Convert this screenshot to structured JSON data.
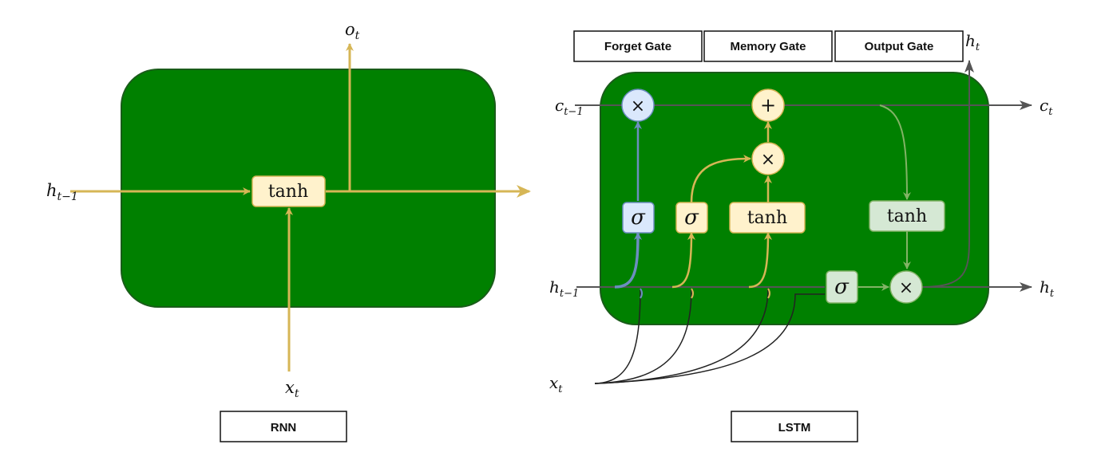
{
  "rnn": {
    "caption": "RNN",
    "cell_label": "tanh",
    "in_hidden": "h",
    "in_hidden_sub": "t−1",
    "in_x": "x",
    "in_x_sub": "t",
    "out_o": "o",
    "out_o_sub": "t"
  },
  "lstm": {
    "caption": "LSTM",
    "gate_labels": [
      "Forget Gate",
      "Memory Gate",
      "Output Gate"
    ],
    "c_prev": "c",
    "c_prev_sub": "t−1",
    "c_out": "c",
    "c_out_sub": "t",
    "h_prev": "h",
    "h_prev_sub": "t−1",
    "h_out": "h",
    "h_out_sub": "t",
    "h_top": "h",
    "h_top_sub": "t",
    "x_in": "x",
    "x_in_sub": "t",
    "sigma_forget": "σ",
    "sigma_input": "σ",
    "sigma_output": "σ",
    "tanh_candidate": "tanh",
    "tanh_cell": "tanh",
    "op_forget_mult": "×",
    "op_add": "+",
    "op_input_mult": "×",
    "op_output_mult": "×"
  },
  "colors": {
    "cell_fill": "#008000",
    "cell_stroke": "#1a5c1a",
    "arrow_gold": "#d6b656",
    "arrow_dark": "#555555",
    "arrow_blue": "#6c8ebf",
    "arrow_green": "#82b366",
    "node_gold_fill": "#fff2cc",
    "node_blue_fill": "#dae8fc",
    "node_green_fill": "#d5e8d4"
  }
}
